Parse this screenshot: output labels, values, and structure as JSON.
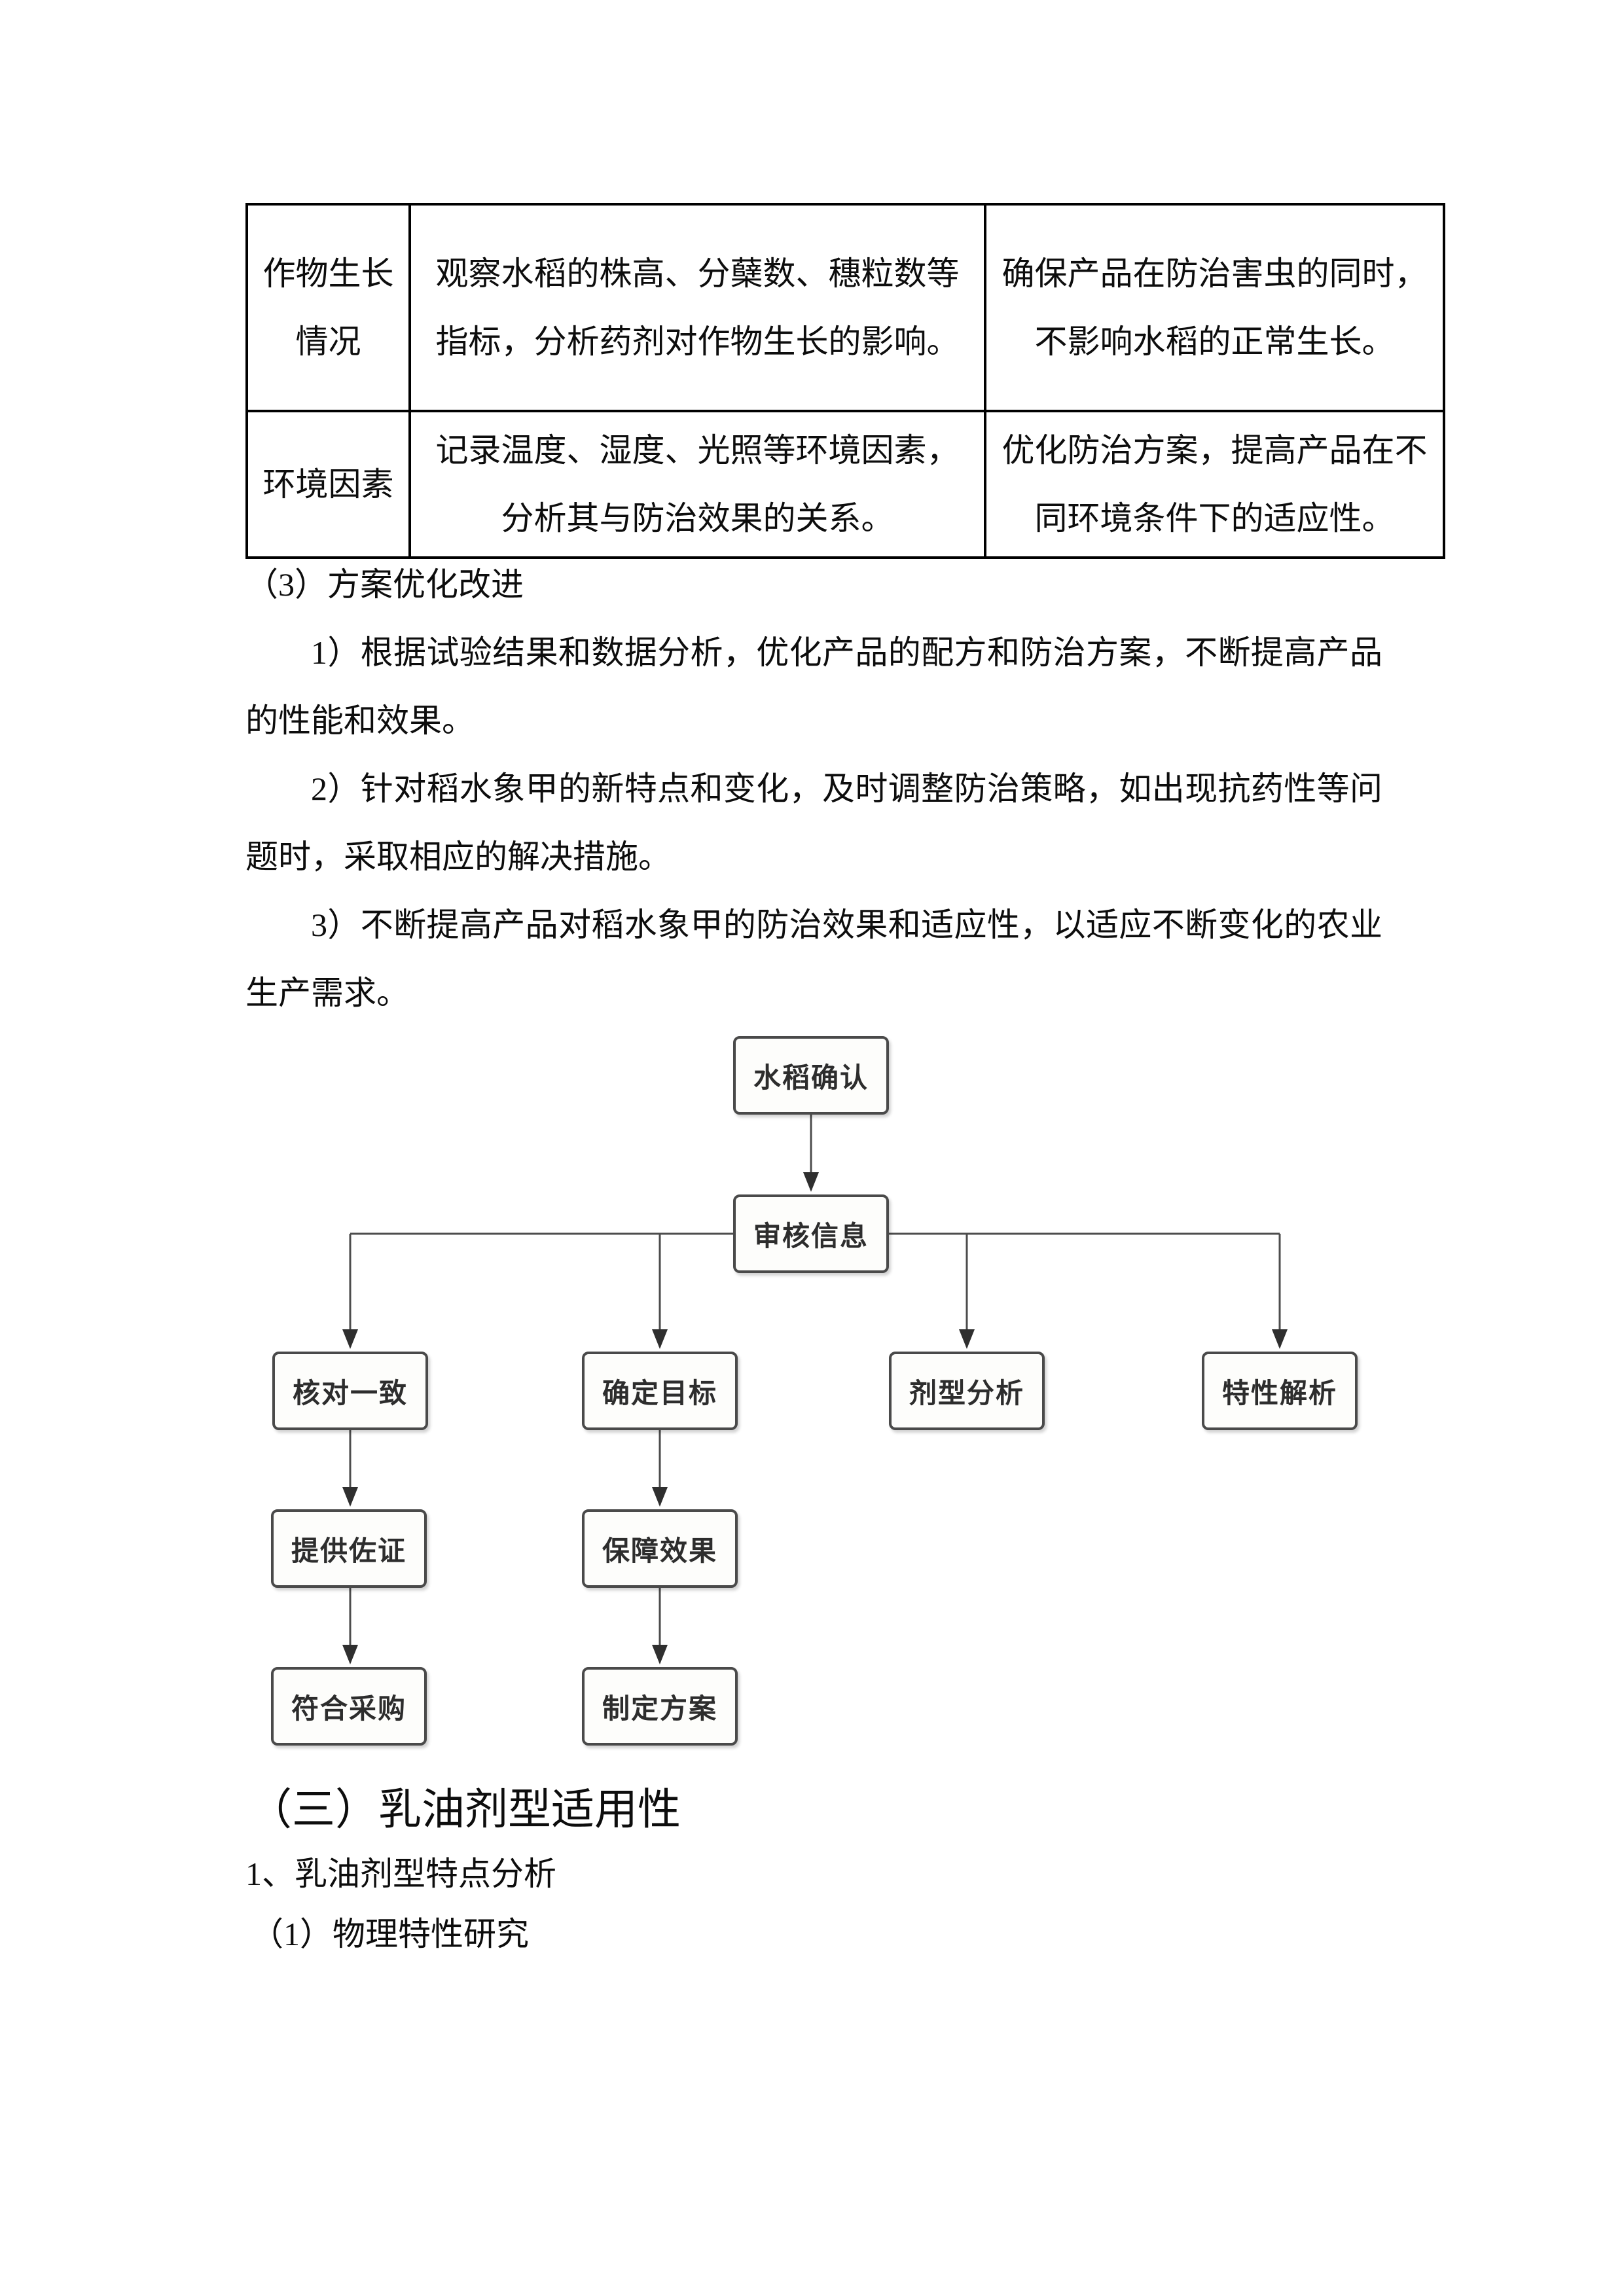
{
  "table": {
    "rows": [
      {
        "label": "作物生长情况",
        "method": "观察水稻的株高、分蘖数、穗粒数等指标，分析药剂对作物生长的影响。",
        "purpose": "确保产品在防治害虫的同时，不影响水稻的正常生长。"
      },
      {
        "label": "环境因素",
        "method": "记录温度、湿度、光照等环境因素，分析其与防治效果的关系。",
        "purpose": "优化防治方案，提高产品在不同环境条件下的适应性。"
      }
    ]
  },
  "paragraphs": {
    "heading": "（3）方案优化改进",
    "items": [
      "1）根据试验结果和数据分析，优化产品的配方和防治方案，不断提高产品的性能和效果。",
      "2）针对稻水象甲的新特点和变化，及时调整防治策略，如出现抗药性等问题时，采取相应的解决措施。",
      "3）不断提高产品对稻水象甲的防治效果和适应性，以适应不断变化的农业生产需求。"
    ]
  },
  "flowchart": {
    "stroke_color": "#4d4d4d",
    "arrow_color": "#2f2f2f",
    "nodes": [
      {
        "id": "confirm",
        "label": "水稻确认"
      },
      {
        "id": "review",
        "label": "审核信息"
      },
      {
        "id": "check",
        "label": "核对一致"
      },
      {
        "id": "target",
        "label": "确定目标"
      },
      {
        "id": "dosage",
        "label": "剂型分析"
      },
      {
        "id": "trait",
        "label": "特性解析"
      },
      {
        "id": "evidence",
        "label": "提供佐证"
      },
      {
        "id": "effect",
        "label": "保障效果"
      },
      {
        "id": "procure",
        "label": "符合采购"
      },
      {
        "id": "plan",
        "label": "制定方案"
      }
    ]
  },
  "section": {
    "heading": "（三）乳油剂型适用性",
    "sub1": "1、乳油剂型特点分析",
    "sub2": "（1）物理特性研究"
  }
}
